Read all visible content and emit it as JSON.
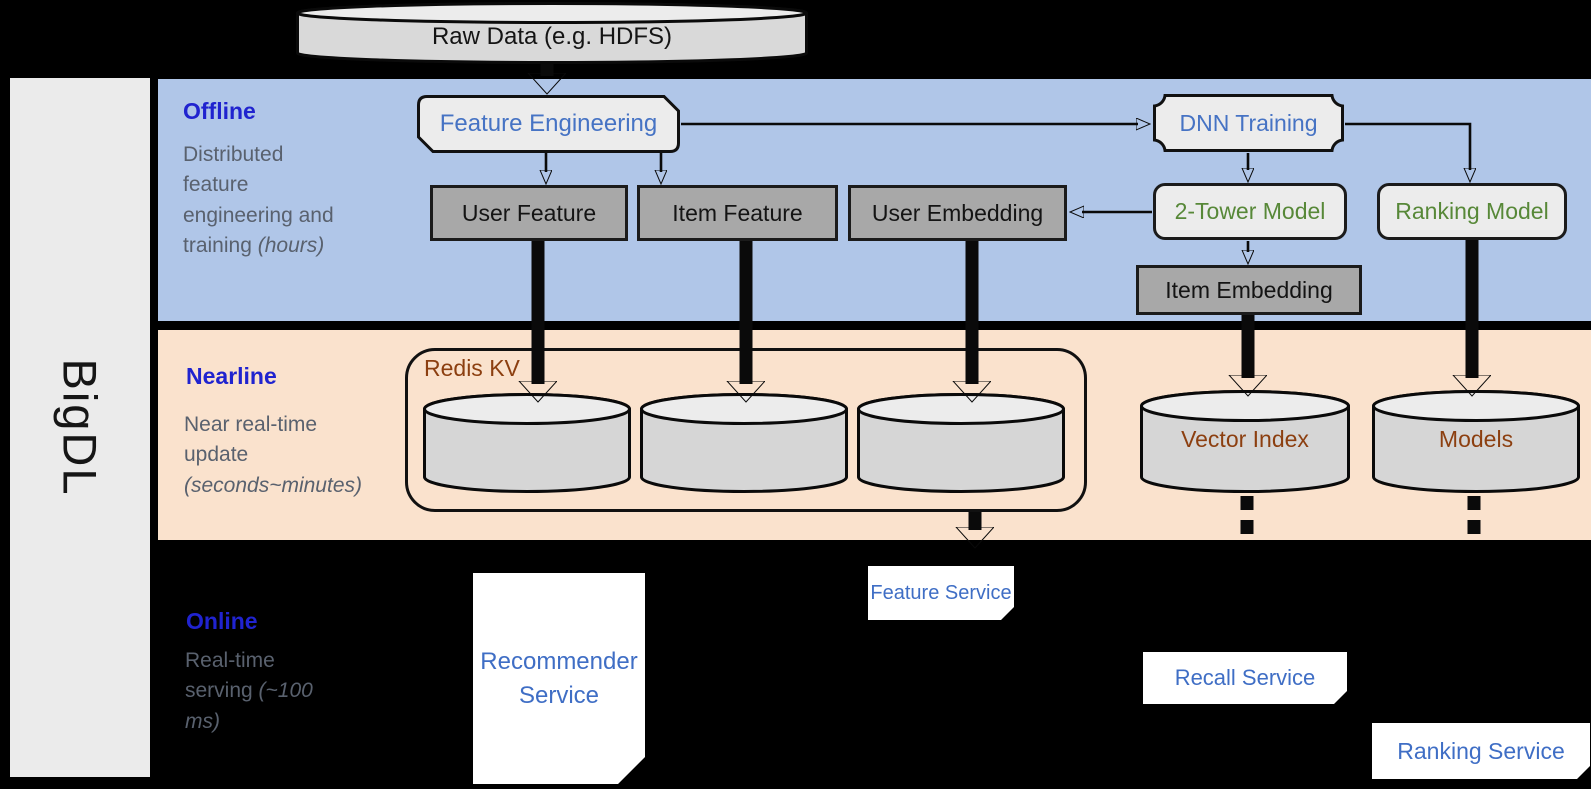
{
  "brand": {
    "label": "BigDL"
  },
  "source": {
    "label": "Raw Data (e.g. HDFS)"
  },
  "sections": {
    "offline": {
      "title": "Offline",
      "desc": "Distributed feature engineering and training",
      "desc_italic": "(hours)"
    },
    "nearline": {
      "title": "Nearline",
      "desc": "Near real-time update",
      "desc_italic": "(seconds~minutes)"
    },
    "online": {
      "title": "Online",
      "desc": "Real-time serving",
      "desc_italic": "(~100 ms)"
    }
  },
  "nodes": {
    "feature_engineering": "Feature Engineering",
    "dnn_training": "DNN Training",
    "user_feature": "User Feature",
    "item_feature": "Item Feature",
    "user_embedding": "User Embedding",
    "two_tower_model": "2-Tower Model",
    "ranking_model": "Ranking Model",
    "item_embedding": "Item Embedding",
    "redis_kv": "Redis KV",
    "vector_index": "Vector Index",
    "models": "Models",
    "recommender_service": "Recommender Service",
    "feature_service": "Feature Service",
    "recall_service": "Recall Service",
    "ranking_service": "Ranking Service"
  },
  "colors": {
    "offline-band": "#b0c6e8",
    "nearline-band": "#fae2cd",
    "sidebar-gray": "#ebebeb",
    "section-title-blue": "#2023cf",
    "desc-gray": "#59616e",
    "node-blue": "#4673c4",
    "node-green": "#578838",
    "node-brown": "#8c3f10",
    "service-blue": "#3f6ec5",
    "box-gray": "#a8a8a8",
    "box-light": "#ececec",
    "cylinder-body": "#d6d6d6",
    "cylinder-top": "#ececec",
    "arrow-black": "#0a0a0a"
  }
}
